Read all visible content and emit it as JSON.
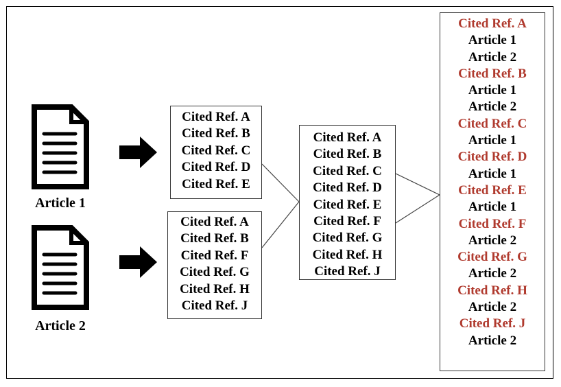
{
  "colors": {
    "frame": "#000000",
    "text": "#000000",
    "cited_ref_highlight": "#b03a2e",
    "box_border": "#333333"
  },
  "articles": [
    {
      "label": "Article 1",
      "icon": "document-icon"
    },
    {
      "label": "Article 2",
      "icon": "document-icon"
    }
  ],
  "arrow_icon": "right-arrow-icon",
  "article1_refs": [
    "Cited Ref. A",
    "Cited Ref. B",
    "Cited Ref. C",
    "Cited Ref. D",
    "Cited Ref. E"
  ],
  "article2_refs": [
    "Cited Ref. A",
    "Cited Ref. B",
    "Cited Ref. F",
    "Cited Ref. G",
    "Cited Ref. H",
    "Cited Ref. J"
  ],
  "merged_refs": [
    "Cited Ref. A",
    "Cited Ref. B",
    "Cited Ref. C",
    "Cited Ref. D",
    "Cited Ref. E",
    "Cited Ref. F",
    "Cited Ref. G",
    "Cited Ref. H",
    "Cited Ref. J"
  ],
  "final_groups": [
    {
      "ref": "Cited Ref. A",
      "articles": [
        "Article 1",
        "Article 2"
      ]
    },
    {
      "ref": "Cited Ref. B",
      "articles": [
        "Article 1",
        "Article 2"
      ]
    },
    {
      "ref": "Cited Ref. C",
      "articles": [
        "Article 1"
      ]
    },
    {
      "ref": "Cited Ref. D",
      "articles": [
        "Article 1"
      ]
    },
    {
      "ref": "Cited Ref. E",
      "articles": [
        "Article 1"
      ]
    },
    {
      "ref": "Cited Ref. F",
      "articles": [
        "Article 2"
      ]
    },
    {
      "ref": "Cited Ref. G",
      "articles": [
        "Article 2"
      ]
    },
    {
      "ref": "Cited Ref. H",
      "articles": [
        "Article 2"
      ]
    },
    {
      "ref": "Cited Ref. J",
      "articles": [
        "Article 2"
      ]
    }
  ]
}
